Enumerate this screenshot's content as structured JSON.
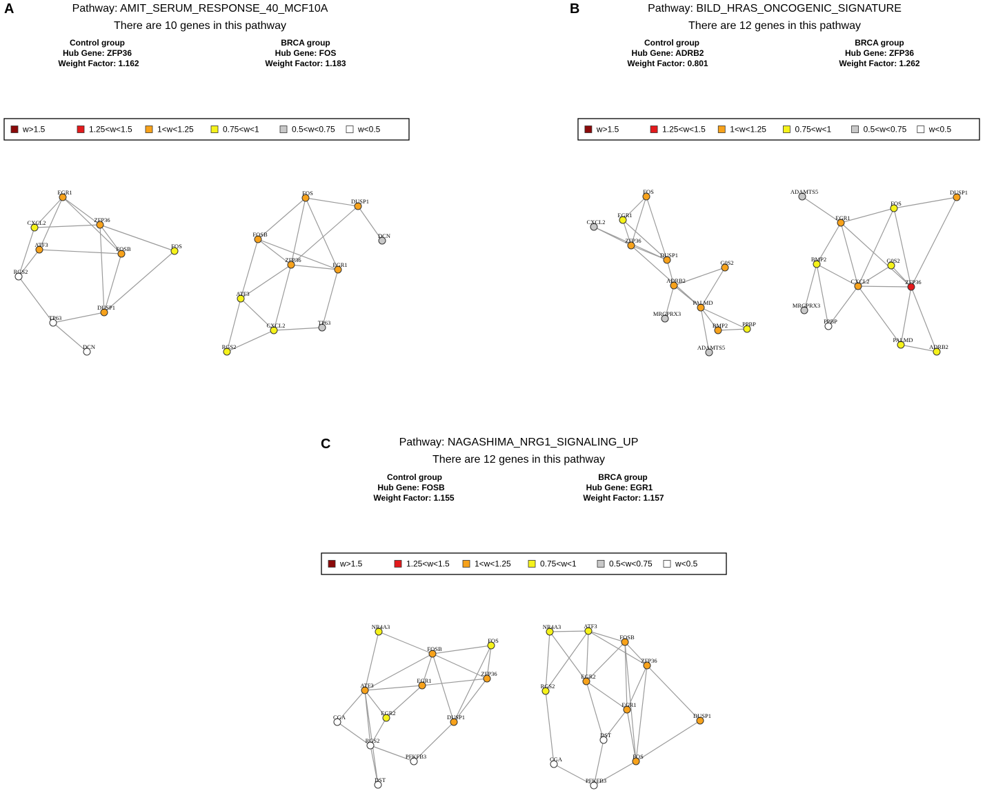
{
  "colors": {
    "w_gt_1_5": "#8b0a0a",
    "w_1_25_1_5": "#e31a1c",
    "w_1_1_25": "#f7a21b",
    "w_0_75_1": "#f5f21a",
    "w_0_5_0_75": "#c8c8c8",
    "w_lt_0_5": "#ffffff"
  },
  "legend_items": [
    {
      "key": "w_gt_1_5",
      "label": "w>1.5"
    },
    {
      "key": "w_1_25_1_5",
      "label": "1.25<w<1.5"
    },
    {
      "key": "w_1_1_25",
      "label": "1<w<1.25"
    },
    {
      "key": "w_0_75_1",
      "label": "0.75<w<1"
    },
    {
      "key": "w_0_5_0_75",
      "label": "0.5<w<0.75"
    },
    {
      "key": "w_lt_0_5",
      "label": "w<0.5"
    }
  ],
  "panels": [
    {
      "id": "A",
      "letter": "A",
      "pathway": "Pathway:  AMIT_SERUM_RESPONSE_40_MCF10A",
      "gene_count": "There are 10 genes in this pathway",
      "control": {
        "group": "Control group",
        "hub": "Hub Gene:   ZFP36",
        "weight": "Weight Factor:   1.162"
      },
      "brca": {
        "group": "BRCA group",
        "hub": "Hub Gene:   FOS",
        "weight": "Weight Factor:   1.183"
      },
      "networks": [
        {
          "name": "control",
          "nodes": [
            {
              "id": "EGR1",
              "label": "EGR1",
              "w": "w_1_1_25"
            },
            {
              "id": "CXCL2",
              "label": "CXCL2",
              "w": "w_0_75_1"
            },
            {
              "id": "ZFP36",
              "label": "ZFP36",
              "w": "w_1_1_25"
            },
            {
              "id": "ATF3",
              "label": "ATF3",
              "w": "w_1_1_25"
            },
            {
              "id": "FOSB",
              "label": "FOSB",
              "w": "w_1_1_25"
            },
            {
              "id": "FOS",
              "label": "FOS",
              "w": "w_0_75_1"
            },
            {
              "id": "RGS2",
              "label": "RGS2",
              "w": "w_lt_0_5"
            },
            {
              "id": "DUSP1",
              "label": "DUSP1",
              "w": "w_1_1_25"
            },
            {
              "id": "TP63",
              "label": "TP63",
              "w": "w_lt_0_5"
            },
            {
              "id": "DCN",
              "label": "DCN",
              "w": "w_lt_0_5"
            }
          ],
          "edges": [
            [
              "EGR1",
              "CXCL2"
            ],
            [
              "EGR1",
              "ZFP36"
            ],
            [
              "EGR1",
              "FOSB"
            ],
            [
              "EGR1",
              "ATF3"
            ],
            [
              "CXCL2",
              "ZFP36"
            ],
            [
              "CXCL2",
              "RGS2"
            ],
            [
              "ZFP36",
              "FOSB"
            ],
            [
              "ZFP36",
              "FOS"
            ],
            [
              "ZFP36",
              "DUSP1"
            ],
            [
              "ATF3",
              "FOSB"
            ],
            [
              "ATF3",
              "RGS2"
            ],
            [
              "FOSB",
              "DUSP1"
            ],
            [
              "FOS",
              "DUSP1"
            ],
            [
              "RGS2",
              "TP63"
            ],
            [
              "TP63",
              "DUSP1"
            ],
            [
              "TP63",
              "DCN"
            ]
          ]
        },
        {
          "name": "brca",
          "nodes": [
            {
              "id": "FOS",
              "label": "FOS",
              "w": "w_1_1_25"
            },
            {
              "id": "DUSP1",
              "label": "DUSP1",
              "w": "w_1_1_25"
            },
            {
              "id": "FOSB",
              "label": "FOSB",
              "w": "w_1_1_25"
            },
            {
              "id": "DCN",
              "label": "DCN",
              "w": "w_0_5_0_75"
            },
            {
              "id": "ZFP36",
              "label": "ZFP36",
              "w": "w_1_1_25"
            },
            {
              "id": "EGR1",
              "label": "EGR1",
              "w": "w_1_1_25"
            },
            {
              "id": "ATF3",
              "label": "ATF3",
              "w": "w_0_75_1"
            },
            {
              "id": "CXCL2",
              "label": "CXCL2",
              "w": "w_0_75_1"
            },
            {
              "id": "TP63",
              "label": "TP63",
              "w": "w_0_5_0_75"
            },
            {
              "id": "RGS2",
              "label": "RGS2",
              "w": "w_0_75_1"
            }
          ],
          "edges": [
            [
              "FOS",
              "FOSB"
            ],
            [
              "FOS",
              "DUSP1"
            ],
            [
              "FOS",
              "ZFP36"
            ],
            [
              "FOS",
              "EGR1"
            ],
            [
              "DUSP1",
              "DCN"
            ],
            [
              "DUSP1",
              "ZFP36"
            ],
            [
              "FOSB",
              "ZFP36"
            ],
            [
              "FOSB",
              "EGR1"
            ],
            [
              "FOSB",
              "ATF3"
            ],
            [
              "ZFP36",
              "EGR1"
            ],
            [
              "ZFP36",
              "ATF3"
            ],
            [
              "ZFP36",
              "CXCL2"
            ],
            [
              "EGR1",
              "TP63"
            ],
            [
              "ATF3",
              "CXCL2"
            ],
            [
              "ATF3",
              "RGS2"
            ],
            [
              "CXCL2",
              "TP63"
            ],
            [
              "CXCL2",
              "RGS2"
            ]
          ]
        }
      ]
    },
    {
      "id": "B",
      "letter": "B",
      "pathway": "Pathway:  BILD_HRAS_ONCOGENIC_SIGNATURE",
      "gene_count": "There are 12 genes in this pathway",
      "control": {
        "group": "Control group",
        "hub": "Hub Gene:   ADRB2",
        "weight": "Weight Factor:   0.801"
      },
      "brca": {
        "group": "BRCA group",
        "hub": "Hub Gene:   ZFP36",
        "weight": "Weight Factor:   1.262"
      },
      "networks": [
        {
          "name": "control",
          "nodes": [
            {
              "id": "FOS",
              "label": "FOS",
              "w": "w_1_1_25"
            },
            {
              "id": "EGR1",
              "label": "EGR1",
              "w": "w_0_75_1"
            },
            {
              "id": "CXCL2",
              "label": "CXCL2",
              "w": "w_0_5_0_75"
            },
            {
              "id": "ZFP36",
              "label": "ZFP36",
              "w": "w_1_1_25"
            },
            {
              "id": "DUSP1",
              "label": "DUSP1",
              "w": "w_1_1_25"
            },
            {
              "id": "G0S2",
              "label": "G0S2",
              "w": "w_1_1_25"
            },
            {
              "id": "ADRB2",
              "label": "ADRB2",
              "w": "w_1_1_25"
            },
            {
              "id": "PALMD",
              "label": "PALMD",
              "w": "w_1_1_25"
            },
            {
              "id": "MRGPRX3",
              "label": "MRGPRX3",
              "w": "w_0_5_0_75"
            },
            {
              "id": "BMP2",
              "label": "BMP2",
              "w": "w_1_1_25"
            },
            {
              "id": "PPBP",
              "label": "PPBP",
              "w": "w_0_75_1"
            },
            {
              "id": "ADAMTS5",
              "label": "ADAMTS5",
              "w": "w_0_5_0_75"
            }
          ],
          "edges": [
            [
              "FOS",
              "EGR1"
            ],
            [
              "FOS",
              "ZFP36"
            ],
            [
              "FOS",
              "DUSP1"
            ],
            [
              "EGR1",
              "ZFP36"
            ],
            [
              "EGR1",
              "DUSP1"
            ],
            [
              "CXCL2",
              "ZFP36"
            ],
            [
              "CXCL2",
              "DUSP1"
            ],
            [
              "ZFP36",
              "DUSP1"
            ],
            [
              "ZFP36",
              "PALMD"
            ],
            [
              "DUSP1",
              "ADRB2"
            ],
            [
              "G0S2",
              "ADRB2"
            ],
            [
              "G0S2",
              "PALMD"
            ],
            [
              "ADRB2",
              "PALMD"
            ],
            [
              "ADRB2",
              "MRGPRX3"
            ],
            [
              "PALMD",
              "BMP2"
            ],
            [
              "PALMD",
              "PPBP"
            ],
            [
              "PALMD",
              "ADAMTS5"
            ],
            [
              "BMP2",
              "PPBP"
            ]
          ]
        },
        {
          "name": "brca",
          "nodes": [
            {
              "id": "ADAMTS5",
              "label": "ADAMTS5",
              "w": "w_0_5_0_75"
            },
            {
              "id": "DUSP1",
              "label": "DUSP1",
              "w": "w_1_1_25"
            },
            {
              "id": "FOS",
              "label": "FOS",
              "w": "w_0_75_1"
            },
            {
              "id": "EGR1",
              "label": "EGR1",
              "w": "w_1_1_25"
            },
            {
              "id": "BMP2",
              "label": "BMP2",
              "w": "w_0_75_1"
            },
            {
              "id": "G0S2",
              "label": "G0S2",
              "w": "w_0_75_1"
            },
            {
              "id": "CXCL2",
              "label": "CXCL2",
              "w": "w_1_1_25"
            },
            {
              "id": "ZFP36",
              "label": "ZFP36",
              "w": "w_1_25_1_5"
            },
            {
              "id": "MRGPRX3",
              "label": "MRGPRX3",
              "w": "w_0_5_0_75"
            },
            {
              "id": "PPBP",
              "label": "PPBP",
              "w": "w_lt_0_5"
            },
            {
              "id": "PALMD",
              "label": "PALMD",
              "w": "w_0_75_1"
            },
            {
              "id": "ADRB2",
              "label": "ADRB2",
              "w": "w_0_75_1"
            }
          ],
          "edges": [
            [
              "ADAMTS5",
              "EGR1"
            ],
            [
              "FOS",
              "DUSP1"
            ],
            [
              "FOS",
              "EGR1"
            ],
            [
              "FOS",
              "CXCL2"
            ],
            [
              "FOS",
              "ZFP36"
            ],
            [
              "DUSP1",
              "ZFP36"
            ],
            [
              "EGR1",
              "BMP2"
            ],
            [
              "EGR1",
              "CXCL2"
            ],
            [
              "EGR1",
              "ZFP36"
            ],
            [
              "BMP2",
              "CXCL2"
            ],
            [
              "BMP2",
              "MRGPRX3"
            ],
            [
              "BMP2",
              "PPBP"
            ],
            [
              "G0S2",
              "CXCL2"
            ],
            [
              "G0S2",
              "ZFP36"
            ],
            [
              "CXCL2",
              "ZFP36"
            ],
            [
              "CXCL2",
              "PALMD"
            ],
            [
              "CXCL2",
              "PPBP"
            ],
            [
              "ZFP36",
              "PALMD"
            ],
            [
              "ZFP36",
              "ADRB2"
            ],
            [
              "PALMD",
              "ADRB2"
            ]
          ]
        }
      ]
    },
    {
      "id": "C",
      "letter": "C",
      "pathway": "Pathway:  NAGASHIMA_NRG1_SIGNALING_UP",
      "gene_count": "There are 12 genes in this pathway",
      "control": {
        "group": "Control group",
        "hub": "Hub Gene:   FOSB",
        "weight": "Weight Factor:   1.155"
      },
      "brca": {
        "group": "BRCA group",
        "hub": "Hub Gene:   EGR1",
        "weight": "Weight Factor:   1.157"
      },
      "networks": [
        {
          "name": "control",
          "nodes": [
            {
              "id": "NR4A3",
              "label": "NR4A3",
              "w": "w_0_75_1"
            },
            {
              "id": "FOSB",
              "label": "FOSB",
              "w": "w_1_1_25"
            },
            {
              "id": "FOS",
              "label": "FOS",
              "w": "w_0_75_1"
            },
            {
              "id": "ZFP36",
              "label": "ZFP36",
              "w": "w_1_1_25"
            },
            {
              "id": "ATF3",
              "label": "ATF3",
              "w": "w_1_1_25"
            },
            {
              "id": "EGR1",
              "label": "EGR1",
              "w": "w_1_1_25"
            },
            {
              "id": "EGR2",
              "label": "EGR2",
              "w": "w_0_75_1"
            },
            {
              "id": "CGA",
              "label": "CGA",
              "w": "w_lt_0_5"
            },
            {
              "id": "DUSP1",
              "label": "DUSP1",
              "w": "w_1_1_25"
            },
            {
              "id": "RGS2",
              "label": "RGS2",
              "w": "w_lt_0_5"
            },
            {
              "id": "PFKFB3",
              "label": "PFKFB3",
              "w": "w_lt_0_5"
            },
            {
              "id": "DST",
              "label": "DST",
              "w": "w_lt_0_5"
            }
          ],
          "edges": [
            [
              "NR4A3",
              "FOSB"
            ],
            [
              "NR4A3",
              "ATF3"
            ],
            [
              "FOSB",
              "FOS"
            ],
            [
              "FOSB",
              "ZFP36"
            ],
            [
              "FOSB",
              "ATF3"
            ],
            [
              "FOSB",
              "EGR1"
            ],
            [
              "FOSB",
              "DUSP1"
            ],
            [
              "FOS",
              "ZFP36"
            ],
            [
              "FOS",
              "DUSP1"
            ],
            [
              "ZFP36",
              "EGR1"
            ],
            [
              "ZFP36",
              "DUSP1"
            ],
            [
              "ATF3",
              "EGR1"
            ],
            [
              "ATF3",
              "EGR2"
            ],
            [
              "ATF3",
              "CGA"
            ],
            [
              "ATF3",
              "RGS2"
            ],
            [
              "ATF3",
              "DST"
            ],
            [
              "EGR1",
              "EGR2"
            ],
            [
              "EGR2",
              "RGS2"
            ],
            [
              "CGA",
              "RGS2"
            ],
            [
              "RGS2",
              "PFKFB3"
            ],
            [
              "RGS2",
              "DST"
            ],
            [
              "DUSP1",
              "PFKFB3"
            ]
          ]
        },
        {
          "name": "brca",
          "nodes": [
            {
              "id": "NR4A3",
              "label": "NR4A3",
              "w": "w_0_75_1"
            },
            {
              "id": "ATF3",
              "label": "ATF3",
              "w": "w_0_75_1"
            },
            {
              "id": "FOSB",
              "label": "FOSB",
              "w": "w_1_1_25"
            },
            {
              "id": "ZFP36",
              "label": "ZFP36",
              "w": "w_1_1_25"
            },
            {
              "id": "RGS2",
              "label": "RGS2",
              "w": "w_0_75_1"
            },
            {
              "id": "EGR2",
              "label": "EGR2",
              "w": "w_1_1_25"
            },
            {
              "id": "EGR1",
              "label": "EGR1",
              "w": "w_1_1_25"
            },
            {
              "id": "DUSP1",
              "label": "DUSP1",
              "w": "w_1_1_25"
            },
            {
              "id": "DST",
              "label": "DST",
              "w": "w_lt_0_5"
            },
            {
              "id": "CGA",
              "label": "CGA",
              "w": "w_lt_0_5"
            },
            {
              "id": "FOS",
              "label": "FOS",
              "w": "w_1_1_25"
            },
            {
              "id": "PFKFB3",
              "label": "PFKFB3",
              "w": "w_lt_0_5"
            }
          ],
          "edges": [
            [
              "NR4A3",
              "ATF3"
            ],
            [
              "NR4A3",
              "RGS2"
            ],
            [
              "NR4A3",
              "EGR2"
            ],
            [
              "ATF3",
              "FOSB"
            ],
            [
              "ATF3",
              "ZFP36"
            ],
            [
              "ATF3",
              "RGS2"
            ],
            [
              "ATF3",
              "EGR2"
            ],
            [
              "FOSB",
              "ZFP36"
            ],
            [
              "FOSB",
              "EGR1"
            ],
            [
              "FOSB",
              "FOS"
            ],
            [
              "FOSB",
              "EGR2"
            ],
            [
              "ZFP36",
              "EGR1"
            ],
            [
              "ZFP36",
              "DUSP1"
            ],
            [
              "ZFP36",
              "FOS"
            ],
            [
              "EGR2",
              "EGR1"
            ],
            [
              "EGR2",
              "DST"
            ],
            [
              "EGR1",
              "DST"
            ],
            [
              "EGR1",
              "FOS"
            ],
            [
              "RGS2",
              "CGA"
            ],
            [
              "CGA",
              "PFKFB3"
            ],
            [
              "DST",
              "PFKFB3"
            ],
            [
              "PFKFB3",
              "FOS"
            ],
            [
              "FOS",
              "DUSP1"
            ]
          ]
        }
      ]
    }
  ]
}
